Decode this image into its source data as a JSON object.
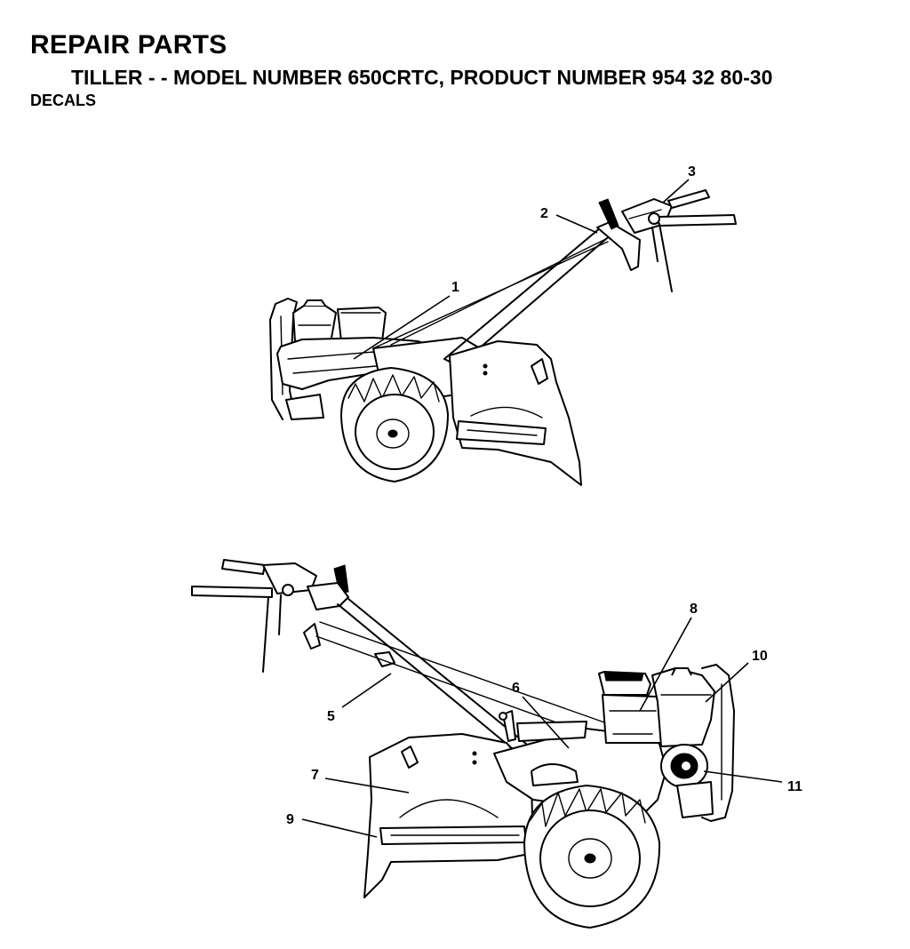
{
  "header": {
    "title": "REPAIR PARTS",
    "subtitle": "TILLER - - MODEL NUMBER 650CRTC, PRODUCT NUMBER 954 32 80-30",
    "section": "DECALS"
  },
  "callouts": {
    "c1": "1",
    "c2": "2",
    "c3": "3",
    "c5": "5",
    "c6": "6",
    "c7": "7",
    "c8": "8",
    "c9": "9",
    "c10": "10",
    "c11": "11"
  }
}
